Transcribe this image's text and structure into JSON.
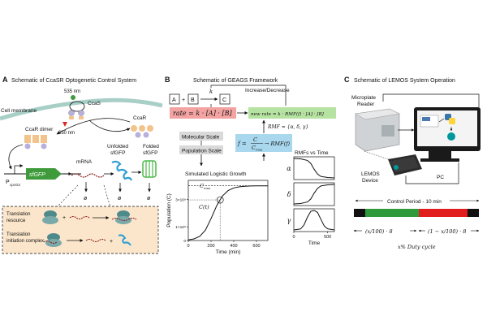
{
  "panels": {
    "a": {
      "letter": "A",
      "title": "Schematic of CcaSR Optogenetic Control System",
      "wavelength_535": "535 nm",
      "wavelength_650": "650 nm",
      "ccas": "CcaS",
      "ccar": "CcaR",
      "ccar_dimer": "CcaR dimer",
      "cell_membrane": "Cell membrane",
      "mrna": "mRNA",
      "unfolded": [
        "Unfolded",
        "sfGFP"
      ],
      "folded": [
        "Folded",
        "sfGFP"
      ],
      "promoter": "P",
      "promoter_sub": "cpcG2",
      "gene": "sfGFP",
      "degradation": "ø",
      "translation_resource": [
        "Translation",
        "resource"
      ],
      "translation_complex": [
        "Translation",
        "initiation complex"
      ]
    },
    "b": {
      "letter": "B",
      "title": "Schematic of GEAGS Framework",
      "boxes": [
        "A",
        "B",
        "C"
      ],
      "plus": "+",
      "arrow": "→",
      "k": "k",
      "increase_decrease": "Increase/Decrease",
      "rate_eq": "rate = k · [A] · [B]",
      "new_rate_eq": "new rate = k · RMF(f) · [A] · [B]",
      "rmf_def": "RMF = {α, δ, γ}",
      "molecular_scale": "Molecular Scale",
      "population_scale": "Population Scale",
      "f_eq_lhs": "f =",
      "f_num": "C",
      "f_den": "C",
      "f_den_sub": "max",
      "f_eq_rhs": "→ RMF(f)",
      "growth_title": "Simulated Logistic Growth",
      "cmax_label": "C",
      "cmax_sub": "max",
      "ct_label": "C(t)",
      "rmf_title": "RMFs vs Time",
      "rmf_rows": [
        "α",
        "δ",
        "γ"
      ]
    },
    "c": {
      "letter": "C",
      "title": "Schematic of LEMOS System Operation",
      "microplate": [
        "Microplate",
        "Reader"
      ],
      "device": [
        "LEMOS",
        "Device"
      ],
      "pc": "PC",
      "control_period": "Control Period - 10 min",
      "left_formula": "(x/100) · 8",
      "right_formula": "(1 − x/100) · 8",
      "duty": "x% Duty cycle"
    }
  },
  "colors": {
    "rate_box": "#f4a3a3",
    "new_rate_box": "#b7e3a2",
    "f_box": "#a9d7ee",
    "scale_box": "#d9d9d9",
    "membrane": "#a8cfc6",
    "promoter_arrow": "#3e9a3a",
    "ccar_orange": "#f2c38a",
    "ccar_purple": "#b8b0dc",
    "sfgfp_blue": "#2f9fd3",
    "folded_green": "#4cb84a",
    "bottom_box": "#fbe6cc",
    "duty_green": "#2f9a3a",
    "duty_red": "#e21d1d",
    "duty_black": "#111111"
  },
  "chart_data": [
    {
      "type": "line",
      "title": "Simulated Logistic Growth",
      "xlabel": "Time (min)",
      "ylabel": "Population (C)",
      "xlim": [
        0,
        700
      ],
      "ylim": [
        0,
        440000000.0
      ],
      "x_ticks": [
        0,
        200,
        400,
        600
      ],
      "y_ticks": [
        {
          "value": 0,
          "label": "0"
        },
        {
          "value": 100000000.0,
          "label": "1×10⁸"
        },
        {
          "value": 300000000.0,
          "label": "3×10⁸"
        }
      ],
      "cmax": 400000000.0,
      "series": [
        {
          "x": [
            0,
            50,
            100,
            150,
            200,
            250,
            300,
            350,
            400,
            450,
            500,
            550,
            600,
            650,
            700
          ],
          "y": [
            5000000.0,
            12000000.0,
            30000000.0,
            75000000.0,
            160000000.0,
            255000000.0,
            325000000.0,
            365000000.0,
            385000000.0,
            393000000.0,
            397000000.0,
            399000000.0,
            400000000.0,
            400000000.0,
            400000000.0
          ]
        }
      ],
      "marker_x": 280
    },
    {
      "type": "line",
      "title": "RMFs vs Time",
      "xlabel": "Time",
      "xlim": [
        0,
        600
      ],
      "x_ticks": [
        0,
        500
      ],
      "rows": [
        {
          "label": "α",
          "x": [
            0,
            100,
            200,
            250,
            300,
            350,
            400,
            500,
            600
          ],
          "y": [
            1.0,
            0.98,
            0.9,
            0.75,
            0.45,
            0.2,
            0.08,
            0.02,
            0.0
          ]
        },
        {
          "label": "δ",
          "x": [
            0,
            100,
            200,
            250,
            300,
            350,
            400,
            500,
            600
          ],
          "y": [
            0.0,
            0.02,
            0.1,
            0.25,
            0.55,
            0.8,
            0.92,
            0.98,
            1.0
          ]
        },
        {
          "label": "γ",
          "x": [
            0,
            100,
            150,
            200,
            250,
            300,
            350,
            400,
            450,
            500,
            600
          ],
          "y": [
            0.0,
            0.05,
            0.25,
            0.65,
            0.95,
            1.0,
            0.9,
            0.55,
            0.2,
            0.06,
            0.0
          ]
        }
      ]
    }
  ]
}
